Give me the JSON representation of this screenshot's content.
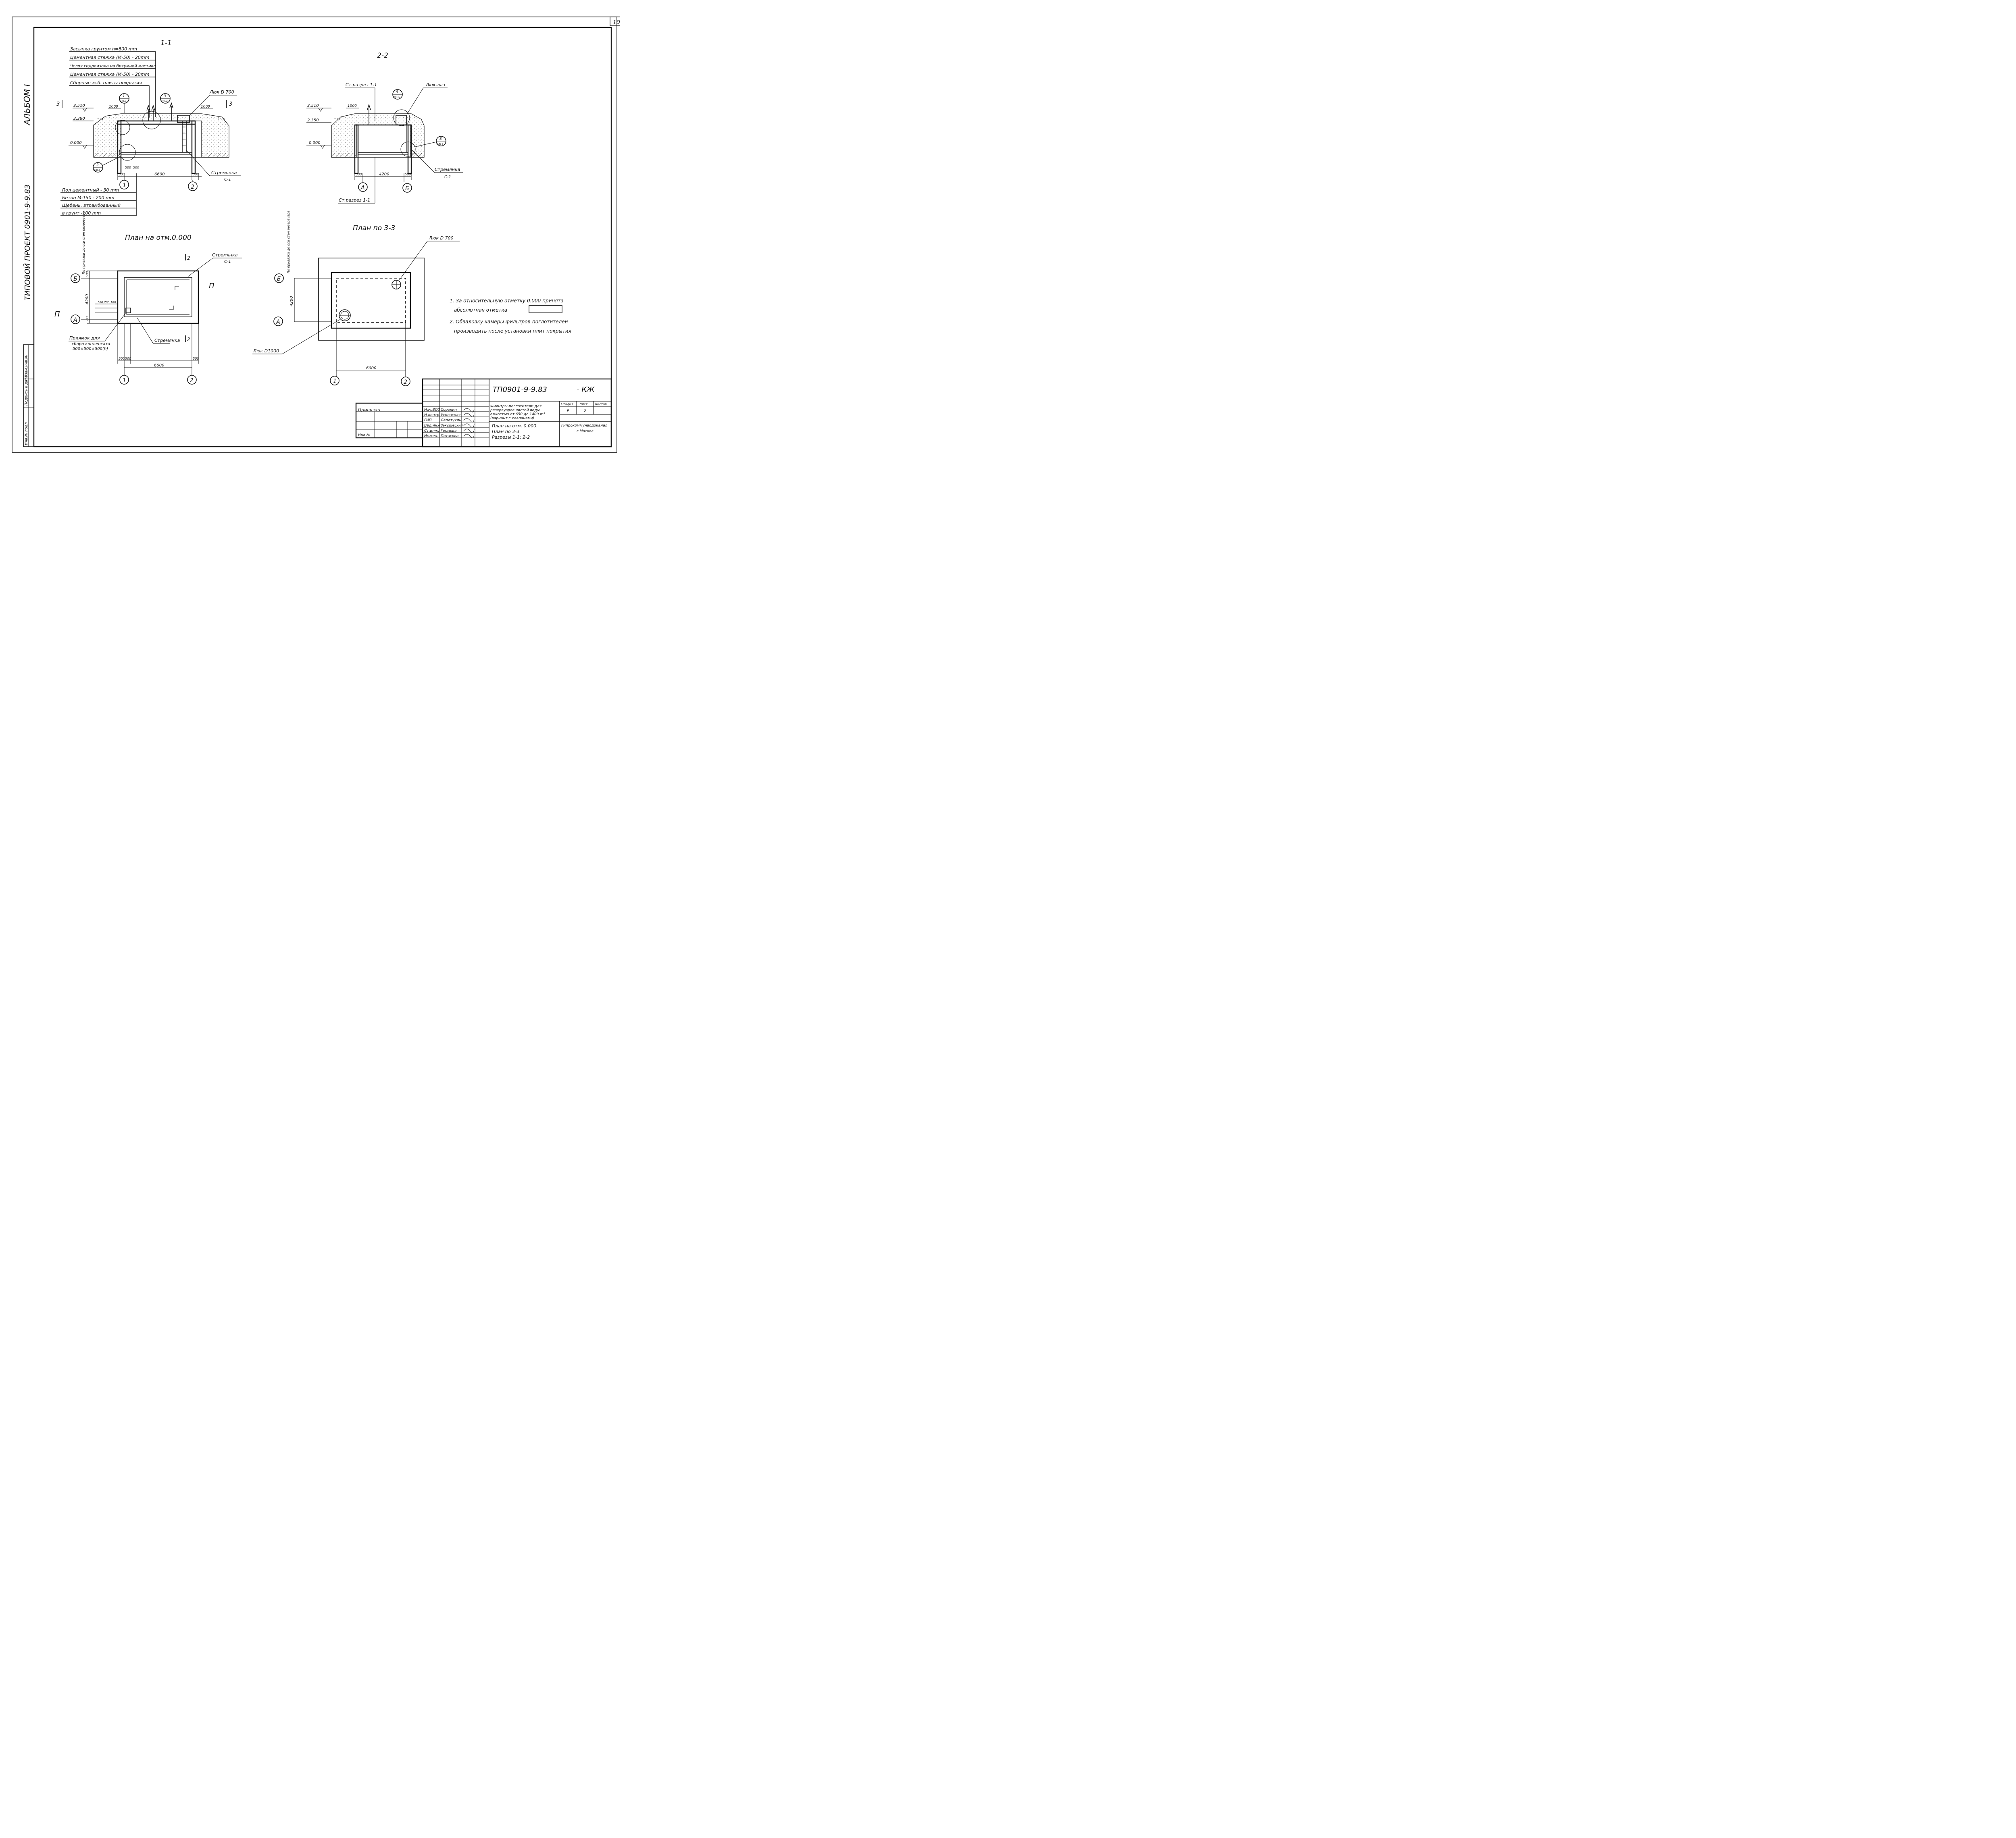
{
  "sheet_number": "10",
  "album": "АЛЬБОМ I",
  "project": "ТИПОВОЙ ПРОЕКТ 0901-9-9.83",
  "sections": {
    "s11": {
      "title": "1-1",
      "layers_top": [
        "Засыпка грунтом h=800 mm",
        "Цементная стяжка (М-50) - 20mm",
        "Чслоя гидроизола на битумной мастике",
        "Цементная стяжка (М-50) - 20mm",
        "Сборные ж.б. плиты покрытия"
      ],
      "layers_bottom": [
        "Пол цементный - 30 mm",
        "Бетон М-150 - 200 mm",
        "Щебень, втрамбованный",
        "в грунт -100 mm"
      ],
      "elev": [
        "3.510",
        "2.380",
        "0.000"
      ],
      "dims": [
        "1000",
        "1000",
        "1:15",
        "1:15",
        "500",
        "500",
        "500",
        "6600",
        "500"
      ],
      "hatch": "Люк D 700",
      "ladder": "Стремянка",
      "ladder_code": "С-1",
      "callouts": [
        {
          "n": "1",
          "c": "КЖ-4"
        },
        {
          "n": "3",
          "c": "КЖ-4"
        },
        {
          "n": "2",
          "c": "КЖ-4"
        }
      ],
      "mark3": "3",
      "axes": [
        "1",
        "2"
      ]
    },
    "s22": {
      "title": "2-2",
      "ref_top": "Ст.разрез 1-1",
      "hatch": "Люк-лаз",
      "elev": [
        "3.510",
        "2.350",
        "0.000"
      ],
      "dims": [
        "1000",
        "1:15",
        "500",
        "4200",
        "500"
      ],
      "callouts": [
        {
          "n": "5",
          "c": "КЖ-5"
        },
        {
          "n": "8",
          "c": "КЖ-5"
        }
      ],
      "ladder": "Стремянка",
      "ladder_code": "С-1",
      "axes": [
        "А",
        "Б"
      ],
      "ref_bottom": "Ст.разрез 1-1"
    },
    "plan0": {
      "title": "План на отм.0.000",
      "side_note": "По привязки до оси стен резервуара",
      "cut": "2",
      "cut_mark": "П",
      "ladder": "Стремянка",
      "ladder_code": "С-1",
      "ladder2": "Стремянка",
      "pit_label": "Приямок для",
      "pit_label2": "сбора конденсата",
      "pit_dims": "500×500×500(h)",
      "dims_v": [
        "500",
        "4200",
        "500"
      ],
      "dims_h": [
        "500",
        "500",
        "6600",
        "500"
      ],
      "small_dims": [
        "500",
        "700",
        "100"
      ],
      "axes_v": [
        "Б",
        "А"
      ],
      "axes_h": [
        "1",
        "2"
      ]
    },
    "plan33": {
      "title": "План по 3-3",
      "side_note": "По привязки до оси стен резервуара",
      "hatch1": "Люк D 700",
      "hatch2": "Люк D1000",
      "dims_v": [
        "4200"
      ],
      "dims_h": [
        "6000"
      ],
      "axes_v": [
        "Б",
        "А"
      ],
      "axes_h": [
        "1",
        "2"
      ]
    }
  },
  "notes": [
    "1. За относительную отметку 0.000 принята",
    "абсолютная отметка",
    "2. Обваловку камеры фильтров-поглотителей",
    "производить после установки плит покрытия"
  ],
  "left_stamp": [
    "Инв.№ подл.",
    "Подпись и дата",
    "Взам.инв.№"
  ],
  "title_block": {
    "code": "ТП0901-9-9.83",
    "suffix": "- КЖ",
    "privyazan": "Привязан",
    "inv": "Инв.№",
    "roles": [
      "Нач.ВСО",
      "Н.контр.",
      "ГИП",
      "Вед.инж.",
      "Ст.инж.",
      "Инжен."
    ],
    "names": [
      "Сорокин",
      "Успенская",
      "Лепетухин",
      "Закудовский",
      "Громова",
      "Потасова"
    ],
    "desc": [
      "Фильтры-поглотители для",
      "резервуаров чистой воды",
      "емкостью от 650 до 1400 m³",
      "(вариант с клапанами)"
    ],
    "sheet_desc": [
      "План на отм. 0.000.",
      "План по 3-3.",
      "Разрезы 1-1; 2-2"
    ],
    "stage_h": "Стадия",
    "sheet_h": "Лист",
    "sheets_h": "Листов",
    "stage": "Р",
    "sheet": "2",
    "org": [
      "Гипрокоммунводоканал",
      "г.Москва"
    ]
  }
}
